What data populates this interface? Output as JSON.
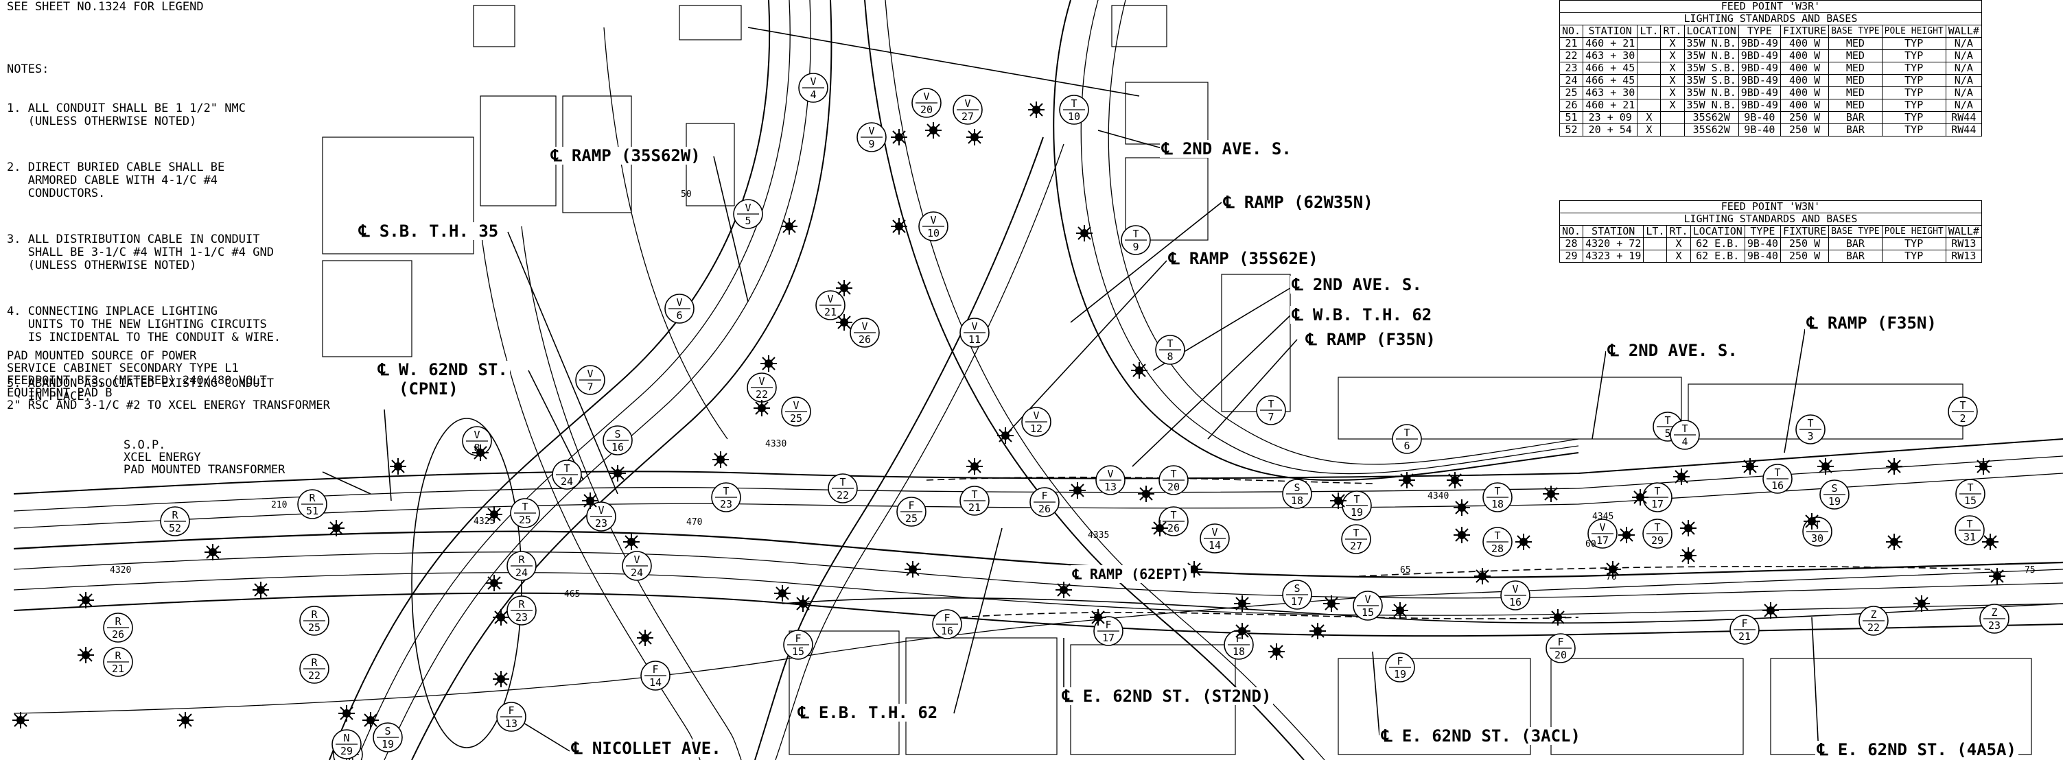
{
  "legend_ref": "SEE SHEET NO.1324 FOR LEGEND",
  "notes": {
    "heading": "NOTES:",
    "items": [
      "1. ALL CONDUIT SHALL BE 1 1/2\" NMC\n   (UNLESS OTHERWISE NOTED)",
      "2. DIRECT BURIED CABLE SHALL BE\n   ARMORED CABLE WITH 4-1/C #4\n   CONDUCTORS.",
      "3. ALL DISTRIBUTION CABLE IN CONDUIT\n   SHALL BE 3-1/C #4 WITH 1-1/C #4 GND\n   (UNLESS OTHERWISE NOTED)",
      "4. CONNECTING INPLACE LIGHTING\n   UNITS TO THE NEW LIGHTING CIRCUITS\n   IS INCIDENTAL TO THE CONDUIT & WIRE.",
      "5. ABANDON ASSOCIATED EXISTING CONDUIT\n   IN PLACE."
    ]
  },
  "power_source": "PAD MOUNTED SOURCE OF POWER\nSERVICE CABINET SECONDARY TYPE L1\nFEEDPOINT BF3, (METERED) 240/480 VOLT\nEQUIPMENT PAD B\n2\" RSC AND 3-1/C #2 TO XCEL ENERGY TRANSFORMER",
  "sop": "S.O.P.\nXCEL ENERGY\nPAD MOUNTED TRANSFORMER",
  "centerline_labels": {
    "ramp_35s62w": "℄ RAMP (35S62W)",
    "sb_th35": "℄ S.B. T.H. 35",
    "w62nd": "℄ W. 62ND ST.",
    "cpni": "(CPNI)",
    "ave2nd_top": "℄ 2ND AVE. S.",
    "ramp_62w35n": "℄ RAMP (62W35N)",
    "ramp_35s62e": "℄ RAMP (35S62E)",
    "ave2nd_mid": "℄ 2ND AVE. S.",
    "wb_th62": "℄ W.B. T.H. 62",
    "ramp_f35n_a": "℄ RAMP (F35N)",
    "ave2nd_right": "℄ 2ND AVE. S.",
    "ramp_f35n_b": "℄ RAMP (F35N)",
    "eb_th62": "℄ E.B. T.H. 62",
    "e62nd_st2nd": "℄ E. 62ND ST. (ST2ND)",
    "nicollet": "℄ NICOLLET AVE.",
    "e62nd_3acl": "℄ E. 62ND ST. (3ACL)",
    "e62nd_4a5a": "℄ E. 62ND ST. (4A5A)",
    "ramp_62ept": "℄ RAMP (62EPT)"
  },
  "table_w3r": {
    "title": "FEED POINT 'W3R'",
    "subtitle": "LIGHTING STANDARDS AND BASES",
    "headers": [
      "NO.",
      "STATION",
      "LT.",
      "RT.",
      "LOCATION",
      "TYPE",
      "FIXTURE",
      "BASE TYPE",
      "POLE HEIGHT",
      "WALL#"
    ],
    "rows": [
      [
        "21",
        "460 + 21",
        "",
        "X",
        "35W N.B.",
        "9BD-49",
        "400 W",
        "MED",
        "TYP",
        "N/A"
      ],
      [
        "22",
        "463 + 30",
        "",
        "X",
        "35W N.B.",
        "9BD-49",
        "400 W",
        "MED",
        "TYP",
        "N/A"
      ],
      [
        "23",
        "466 + 45",
        "",
        "X",
        "35W S.B.",
        "9BD-49",
        "400 W",
        "MED",
        "TYP",
        "N/A"
      ],
      [
        "24",
        "466 + 45",
        "",
        "X",
        "35W S.B.",
        "9BD-49",
        "400 W",
        "MED",
        "TYP",
        "N/A"
      ],
      [
        "25",
        "463 + 30",
        "",
        "X",
        "35W N.B.",
        "9BD-49",
        "400 W",
        "MED",
        "TYP",
        "N/A"
      ],
      [
        "26",
        "460 + 21",
        "",
        "X",
        "35W N.B.",
        "9BD-49",
        "400 W",
        "MED",
        "TYP",
        "N/A"
      ],
      [
        "51",
        "23 + 09",
        "X",
        "",
        "35S62W",
        "9B-40",
        "250 W",
        "BAR",
        "TYP",
        "RW44"
      ],
      [
        "52",
        "20 + 54",
        "X",
        "",
        "35S62W",
        "9B-40",
        "250 W",
        "BAR",
        "TYP",
        "RW44"
      ]
    ]
  },
  "table_w3n": {
    "title": "FEED POINT 'W3N'",
    "subtitle": "LIGHTING STANDARDS AND BASES",
    "headers": [
      "NO.",
      "STATION",
      "LT.",
      "RT.",
      "LOCATION",
      "TYPE",
      "FIXTURE",
      "BASE TYPE",
      "POLE HEIGHT",
      "WALL#"
    ],
    "rows": [
      [
        "28",
        "4320 + 72",
        "",
        "X",
        "62 E.B.",
        "9B-40",
        "250 W",
        "BAR",
        "TYP",
        "RW13"
      ],
      [
        "29",
        "4323 + 19",
        "",
        "X",
        "62 E.B.",
        "9B-40",
        "250 W",
        "BAR",
        "TYP",
        "RW13"
      ]
    ]
  },
  "fixture_tags": [
    {
      "l": "V",
      "n": "4"
    },
    {
      "l": "V",
      "n": "20"
    },
    {
      "l": "V",
      "n": "27"
    },
    {
      "l": "T",
      "n": "10"
    },
    {
      "l": "V",
      "n": "9"
    },
    {
      "l": "V",
      "n": "5"
    },
    {
      "l": "V",
      "n": "10"
    },
    {
      "l": "T",
      "n": "9"
    },
    {
      "l": "V",
      "n": "6"
    },
    {
      "l": "V",
      "n": "21"
    },
    {
      "l": "V",
      "n": "26"
    },
    {
      "l": "V",
      "n": "11"
    },
    {
      "l": "T",
      "n": "8"
    },
    {
      "l": "V",
      "n": "7"
    },
    {
      "l": "V",
      "n": "22"
    },
    {
      "l": "V",
      "n": "25"
    },
    {
      "l": "V",
      "n": "12"
    },
    {
      "l": "S",
      "n": "16"
    },
    {
      "l": "V",
      "n": "8"
    },
    {
      "l": "T",
      "n": "24"
    },
    {
      "l": "T",
      "n": "23"
    },
    {
      "l": "T",
      "n": "22"
    },
    {
      "l": "T",
      "n": "21"
    },
    {
      "l": "V",
      "n": "13"
    },
    {
      "l": "T",
      "n": "20"
    },
    {
      "l": "R",
      "n": "51"
    },
    {
      "l": "R",
      "n": "52"
    },
    {
      "l": "T",
      "n": "25"
    },
    {
      "l": "V",
      "n": "23"
    },
    {
      "l": "V",
      "n": "24"
    },
    {
      "l": "R",
      "n": "24"
    },
    {
      "l": "R",
      "n": "23"
    },
    {
      "l": "F",
      "n": "25"
    },
    {
      "l": "F",
      "n": "26"
    },
    {
      "l": "T",
      "n": "26"
    },
    {
      "l": "V",
      "n": "14"
    },
    {
      "l": "R",
      "n": "26"
    },
    {
      "l": "R",
      "n": "25"
    },
    {
      "l": "R",
      "n": "21"
    },
    {
      "l": "R",
      "n": "22"
    },
    {
      "l": "F",
      "n": "15"
    },
    {
      "l": "F",
      "n": "16"
    },
    {
      "l": "F",
      "n": "17"
    },
    {
      "l": "F",
      "n": "18"
    },
    {
      "l": "F",
      "n": "14"
    },
    {
      "l": "F",
      "n": "13"
    },
    {
      "l": "N",
      "n": "28"
    },
    {
      "l": "N",
      "n": "29"
    },
    {
      "l": "S",
      "n": "19"
    },
    {
      "l": "T",
      "n": "7"
    },
    {
      "l": "T",
      "n": "6"
    },
    {
      "l": "T",
      "n": "5"
    },
    {
      "l": "T",
      "n": "4"
    },
    {
      "l": "T",
      "n": "3"
    },
    {
      "l": "T",
      "n": "2"
    },
    {
      "l": "S",
      "n": "18"
    },
    {
      "l": "T",
      "n": "19"
    },
    {
      "l": "T",
      "n": "18"
    },
    {
      "l": "T",
      "n": "17"
    },
    {
      "l": "T",
      "n": "16"
    },
    {
      "l": "S",
      "n": "19"
    },
    {
      "l": "T",
      "n": "15"
    },
    {
      "l": "T",
      "n": "27"
    },
    {
      "l": "T",
      "n": "28"
    },
    {
      "l": "V",
      "n": "17"
    },
    {
      "l": "T",
      "n": "29"
    },
    {
      "l": "T",
      "n": "30"
    },
    {
      "l": "T",
      "n": "31"
    },
    {
      "l": "S",
      "n": "17"
    },
    {
      "l": "V",
      "n": "15"
    },
    {
      "l": "V",
      "n": "16"
    },
    {
      "l": "F",
      "n": "19"
    },
    {
      "l": "F",
      "n": "20"
    },
    {
      "l": "F",
      "n": "21"
    },
    {
      "l": "Z",
      "n": "22"
    },
    {
      "l": "Z",
      "n": "23"
    }
  ],
  "station_text": [
    "4330",
    "4340",
    "4345",
    "4320",
    "4335",
    "4325",
    "470",
    "465",
    "210",
    "50",
    "60",
    "65",
    "70",
    "75"
  ]
}
